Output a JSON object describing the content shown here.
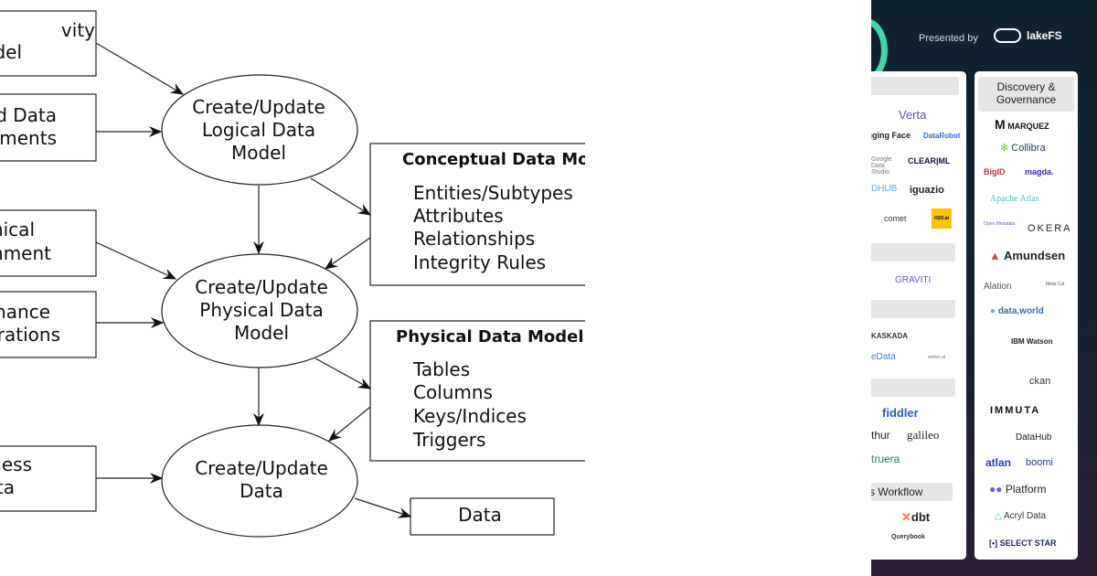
{
  "diagram": {
    "inputs": [
      [
        "vity",
        "del"
      ],
      [
        "d Data",
        "ements"
      ],
      [
        "nical",
        "nment"
      ],
      [
        "mance",
        "rations"
      ],
      [
        "ness",
        "ta"
      ]
    ],
    "processes": [
      [
        "Create/Update",
        "Logical Data",
        "Model"
      ],
      [
        "Create/Update",
        "Physical Data",
        "Model"
      ],
      [
        "Create/Update",
        "Data"
      ]
    ],
    "conceptual": {
      "title": "Conceptual Data Mo",
      "items": [
        "Entities/Subtypes",
        "Attributes",
        "Relationships",
        "Integrity Rules"
      ]
    },
    "physical": {
      "title": "Physical Data Model",
      "items": [
        "Tables",
        "Columns",
        "Keys/Indices",
        "Triggers"
      ]
    },
    "output": "Data"
  },
  "panel": {
    "presented_by": "Presented by",
    "brand": "lakeFS",
    "left_card": {
      "headers": [
        "s Workflow"
      ],
      "logos": [
        "Verta",
        "ugging Face",
        "DataRobot",
        "Google Data Studio",
        "CLEAR|ML",
        "DHUB",
        "iguazio",
        "comet",
        "H2O.ai",
        "GRAVITI",
        "KASKADA",
        "eData",
        "vertex.ai",
        "fiddler",
        "thur",
        "galileo",
        "truera",
        "dbt",
        "Querybook"
      ]
    },
    "right_card": {
      "header": "Discovery & Governance",
      "logos": [
        "MARQUEZ",
        "Collibra",
        "BigID",
        "magda.",
        "Apache Atlas",
        "Open Metadata",
        "OKERA",
        "Amundsen",
        "Alation",
        "Meta Cat",
        "data.world",
        "IBM Watson",
        "ckan",
        "IMMUTA",
        "DataHub",
        "atlan",
        "boomi",
        "Platform",
        "Acryl Data",
        "[•] SELECT STAR"
      ]
    }
  }
}
